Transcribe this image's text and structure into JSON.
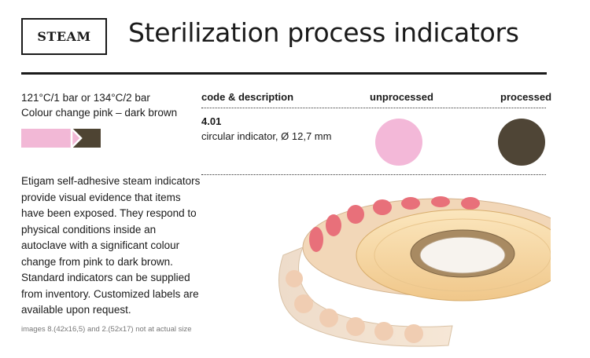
{
  "header": {
    "badge_label": "STEAM",
    "title": "Sterilization process indicators"
  },
  "spec": {
    "conditions": "121°C/1 bar or 134°C/2 bar",
    "colour_change": "Colour change pink – dark brown",
    "colors": {
      "pink": "#f2b8d6",
      "brown": "#4e4433"
    }
  },
  "description": "Etigam self-adhesive steam indicators provide visual evidence that items have been exposed. They respond to physical conditions inside an autoclave with a significant colour change from pink to dark brown. Standard indicators can be supplied from inventory. Customized labels are available upon request.",
  "footnote": "images 8.(42x16,5) and 2.(52x17) not at actual size",
  "table": {
    "headers": {
      "code": "code & description",
      "unprocessed": "unprocessed",
      "processed": "processed"
    },
    "rows": [
      {
        "code": "4.01",
        "description": "circular indicator, Ø 12,7 mm",
        "unprocessed_color": "#f3b8d8",
        "processed_color": "#4f4536"
      }
    ]
  }
}
